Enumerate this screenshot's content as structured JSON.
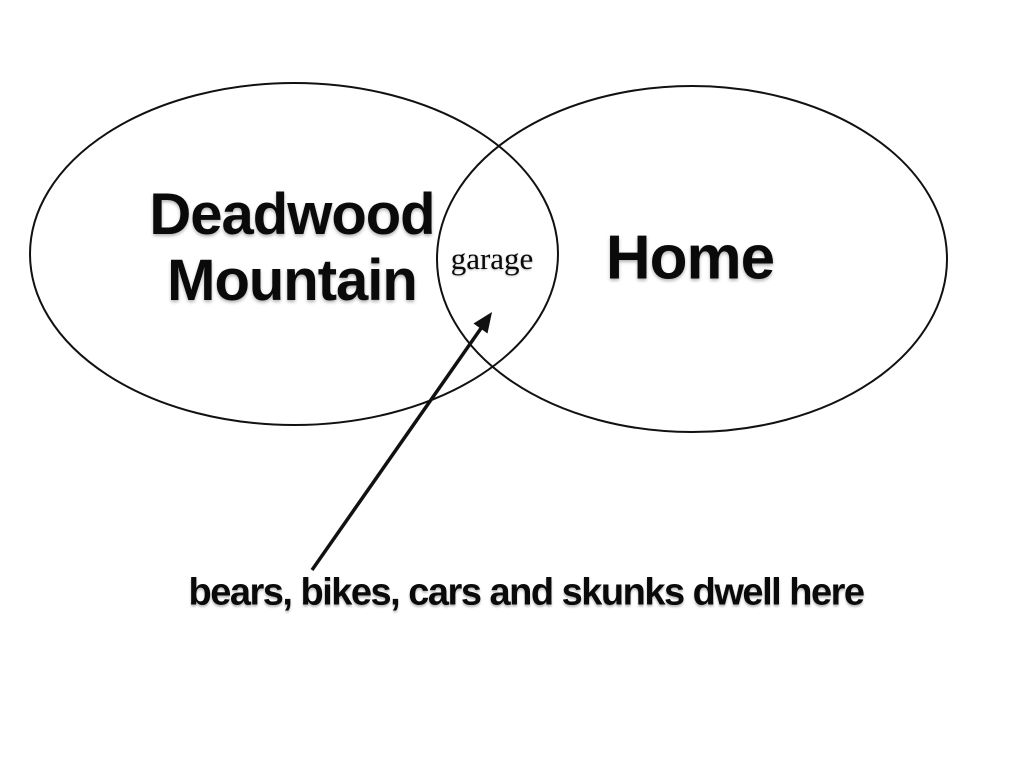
{
  "slide": {
    "background_color": "#ffffff",
    "stroke_color": "#111111",
    "text_color": "#0a0a0a",
    "venn": {
      "left_label_line1": "Deadwood",
      "left_label_line2": "Mountain",
      "right_label": "Home",
      "intersection_label": "garage"
    },
    "annotation": {
      "text": "bears, bikes, cars and skunks dwell here"
    }
  }
}
